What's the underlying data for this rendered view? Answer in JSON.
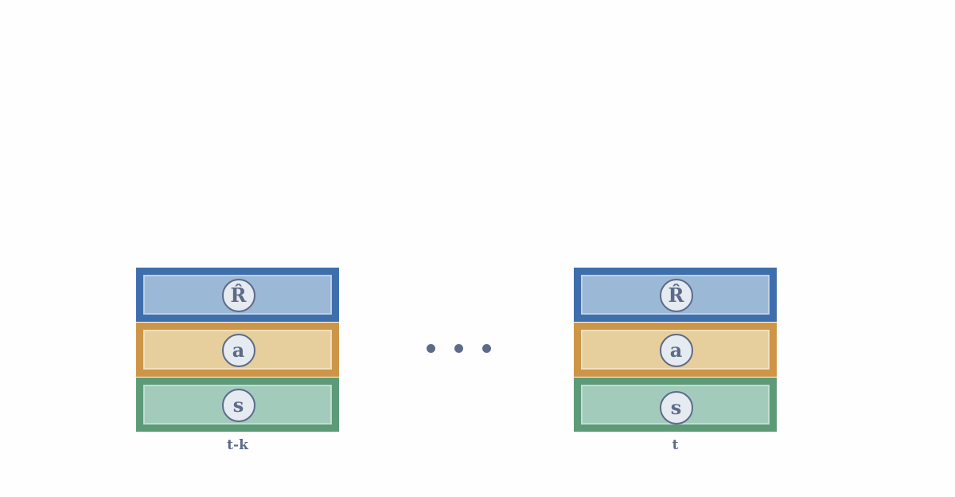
{
  "timesteps": [
    {
      "label": "t-k",
      "tokens": {
        "return_to_go": "R̂",
        "action": "a",
        "state": "s"
      }
    },
    {
      "label": "t",
      "tokens": {
        "return_to_go": "R̂",
        "action": "a",
        "state": "s"
      }
    }
  ],
  "colors": {
    "return_block_fill": "#9bb9d6",
    "return_block_border": "#3f6ead",
    "action_block_fill": "#e6cf9d",
    "action_block_border": "#cd9547",
    "state_block_fill": "#a2cbbc",
    "state_block_border": "#5c9a78",
    "token_circle_fill": "#e6eaf1",
    "token_text": "#5d6b88"
  }
}
